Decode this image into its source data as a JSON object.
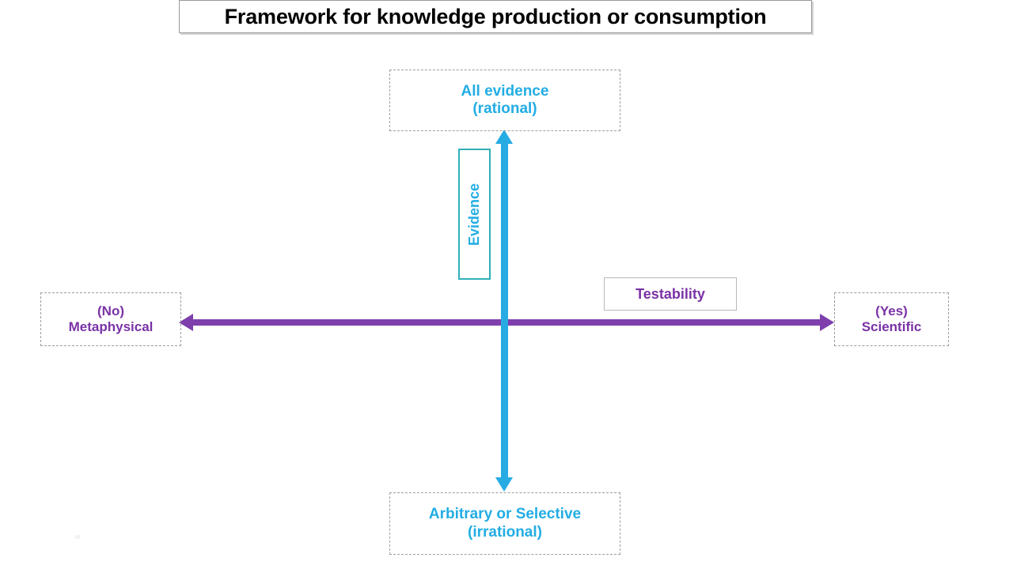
{
  "title": {
    "text": "Framework for knowledge production or consumption"
  },
  "colors": {
    "evidence_blue": "#22ADE4",
    "testability_purple": "#7A32A5",
    "axis_blue": "#26ACE3",
    "axis_purple": "#7E3FAC",
    "dashed_border_gray": "#9d9d9d",
    "title_text": "#000000"
  },
  "chart_data": {
    "type": "diagram",
    "subtype": "2x2-axis-framework",
    "title": "Framework for knowledge production or consumption",
    "axes": [
      {
        "name": "Evidence",
        "orientation": "vertical",
        "color": "#26ACE3",
        "arrowheads": "both",
        "positive_pole": "All evidence (rational)",
        "negative_pole": "Arbitrary or Selective (irrational)"
      },
      {
        "name": "Testability",
        "orientation": "horizontal",
        "color": "#7E3FAC",
        "arrowheads": "both",
        "positive_pole": "(Yes) Scientific",
        "negative_pole": "(No) Metaphysical"
      }
    ],
    "grid": false,
    "legend": "none"
  },
  "poles": {
    "top": {
      "line1": "All evidence",
      "line2": "(rational)"
    },
    "bottom": {
      "line1": "Arbitrary or Selective",
      "line2": "(irrational)"
    },
    "left": {
      "line1": "(No)",
      "line2": "Metaphysical"
    },
    "right": {
      "line1": "(Yes)",
      "line2": "Scientific"
    }
  },
  "axis_labels": {
    "vertical": "Evidence",
    "horizontal": "Testability"
  }
}
